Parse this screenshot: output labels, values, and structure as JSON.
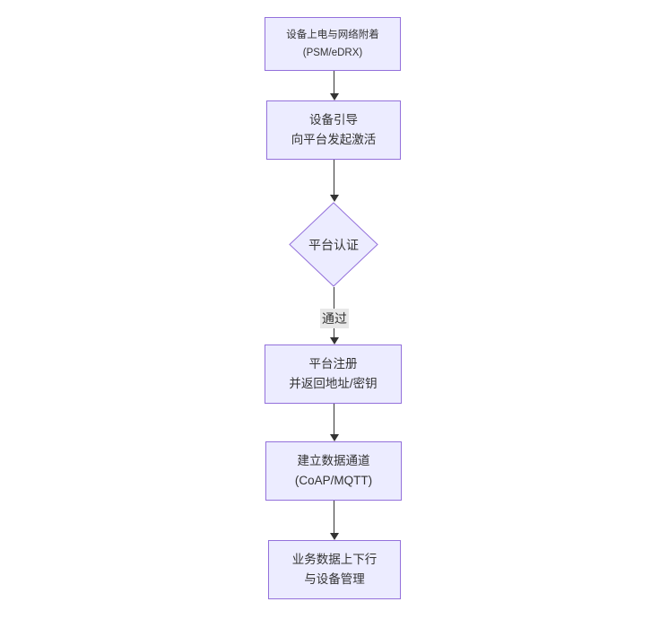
{
  "diagram": {
    "type": "flowchart-vertical",
    "nodes": {
      "attach": {
        "line1": "设备上电与网络附着",
        "line2": "(PSM/eDRX)"
      },
      "bootstrap": {
        "line1": "设备引导",
        "line2": "向平台发起激活"
      },
      "auth": {
        "label": "平台认证"
      },
      "register": {
        "line1": "平台注册",
        "line2": "并返回地址/密钥"
      },
      "channel": {
        "line1": "建立数据通道",
        "line2": "(CoAP/MQTT)"
      },
      "business": {
        "line1": "业务数据上下行",
        "line2": "与设备管理"
      }
    },
    "edge_labels": {
      "auth_to_register": "通过"
    },
    "colors": {
      "canvas_bg": "#ffffff",
      "node_fill": "#ECECFF",
      "node_border": "#9370DB",
      "text_color": "#333333",
      "arrow_color": "#333333",
      "label_bg": "#e8e8e8"
    }
  }
}
